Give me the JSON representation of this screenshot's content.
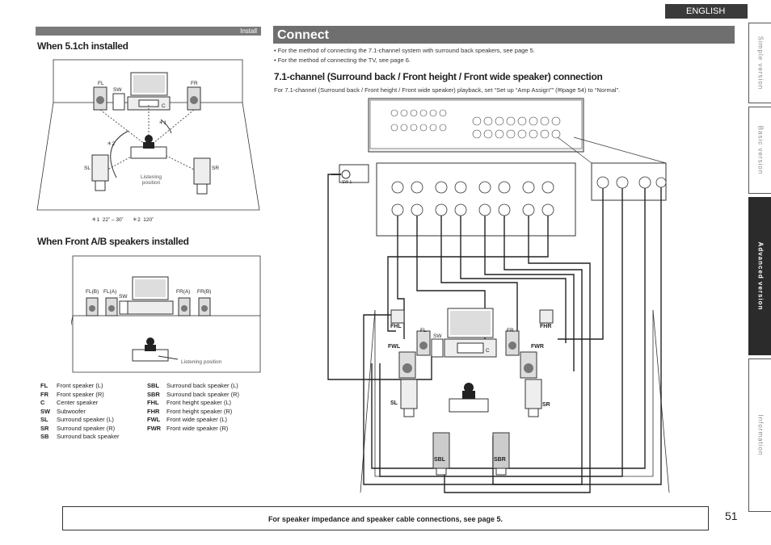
{
  "header": {
    "language": "ENGLISH",
    "section": "Install",
    "title": "Connect"
  },
  "side_tabs": [
    {
      "label": "Simple version",
      "active": false
    },
    {
      "label": "Basic version",
      "active": false
    },
    {
      "label": "Advanced version",
      "active": true
    },
    {
      "label": "Information",
      "active": false
    }
  ],
  "left": {
    "section1": {
      "heading": "When 5.1ch installed",
      "labels": {
        "fl": "FL",
        "sw": "SW",
        "fr": "FR",
        "c": "C",
        "sl": "SL",
        "sr": "SR",
        "a1": "＊1",
        "a2": "＊2",
        "listening": "Listening position"
      },
      "angle_note": "＊1  22˚ – 30˚      ＊2  120˚"
    },
    "section2": {
      "heading": "When Front A/B speakers installed",
      "labels": {
        "flb": "FL(B)",
        "fla": "FL(A)",
        "sw": "SW",
        "fra": "FR(A)",
        "frb": "FR(B)",
        "listening": "Listening position"
      }
    },
    "legend_col1": [
      {
        "abbr": "FL",
        "desc": "Front speaker (L)"
      },
      {
        "abbr": "FR",
        "desc": "Front speaker (R)"
      },
      {
        "abbr": "C",
        "desc": "Center speaker"
      },
      {
        "abbr": "SW",
        "desc": "Subwoofer"
      },
      {
        "abbr": "SL",
        "desc": "Surround speaker (L)"
      },
      {
        "abbr": "SR",
        "desc": "Surround speaker (R)"
      },
      {
        "abbr": "SB",
        "desc": "Surround back speaker"
      }
    ],
    "legend_col2": [
      {
        "abbr": "SBL",
        "desc": "Surround back speaker (L)"
      },
      {
        "abbr": "SBR",
        "desc": "Surround back speaker (R)"
      },
      {
        "abbr": "FHL",
        "desc": "Front height speaker (L)"
      },
      {
        "abbr": "FHR",
        "desc": "Front height speaker (R)"
      },
      {
        "abbr": "FWL",
        "desc": "Front wide speaker (L)"
      },
      {
        "abbr": "FWR",
        "desc": "Front wide speaker (R)"
      }
    ]
  },
  "right": {
    "bullets": [
      "For the method of connecting the 7.1-channel system with surround back speakers, see page 5.",
      "For the method of connecting the TV, see page 6."
    ],
    "heading": "7.1-channel (Surround back / Front height / Front wide speaker) connection",
    "note": "For 7.1-channel (Surround back / Front height / Front wide speaker) playback, set “Set up “Amp Assign”” (✉page 54) to “Normal”.",
    "diagram_labels": {
      "fhl": "FHL",
      "fhr": "FHR",
      "fl": "FL",
      "fr": "FR",
      "sw": "SW",
      "c": "C",
      "fwl": "FWL",
      "fwr": "FWR",
      "sl": "SL",
      "sr": "SR",
      "sbl": "SBL",
      "sbr": "SBR",
      "sw1": "SW 1"
    }
  },
  "footer": {
    "text": "For speaker impedance and speaker cable connections, see page 5.",
    "page": "51"
  }
}
